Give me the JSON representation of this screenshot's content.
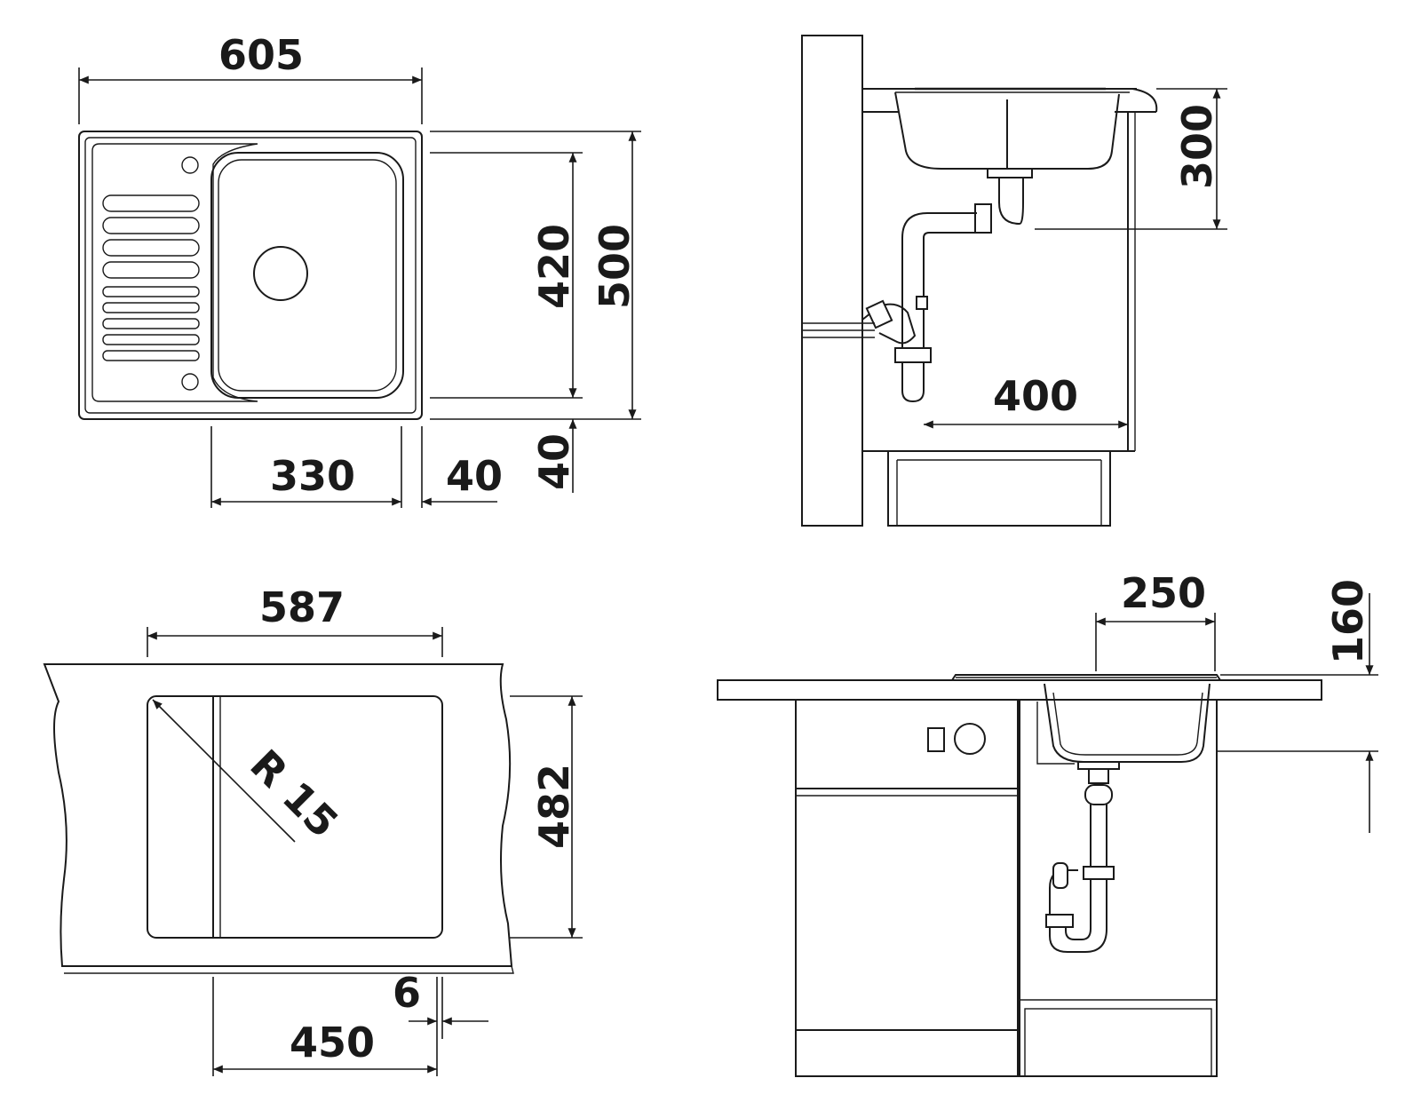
{
  "dimensions": {
    "top_width": "605",
    "outer_height": "500",
    "bowl_height": "420",
    "bowl_width": "330",
    "right_offset": "40",
    "bottom_offset": "40",
    "install_depth": "300",
    "cabinet_depth": "400",
    "cutout_width": "587",
    "cutout_height": "482",
    "corner_radius": "R 15",
    "cutout_offset": "450",
    "edge_gap": "6",
    "drain_offset": "250",
    "bowl_depth": "160"
  },
  "colors": {
    "line": "#1a1a1a",
    "background": "#ffffff"
  }
}
